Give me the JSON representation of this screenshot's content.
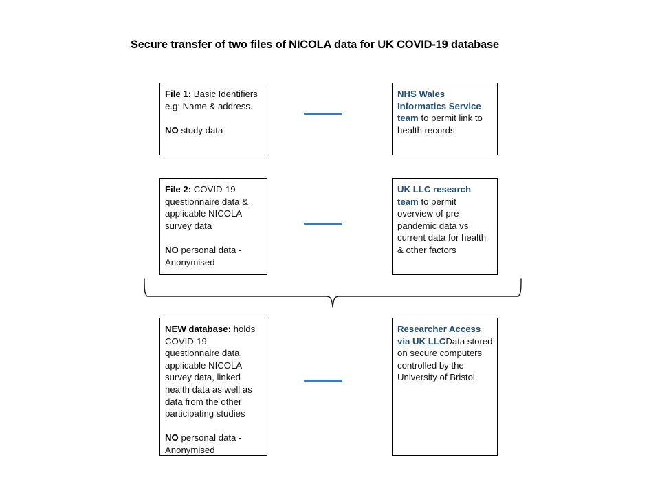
{
  "title": "Secure transfer of two files of NICOLA data for UK COVID-19 database",
  "colors": {
    "accent_blue": "#1F4E79",
    "connector_blue": "#3D7AB5",
    "box_border": "#000000",
    "text": "#111111",
    "background": "#FFFFFF"
  },
  "boxes": {
    "file1": {
      "lead": "File 1:",
      "lead_style": "bold-black",
      "line1_rest": " Basic Identifiers",
      "line2": "e.g:  Name & address.",
      "line3_lead": "NO",
      "line3_rest": " study data"
    },
    "nhs_wales": {
      "lead": "NHS Wales Informatics Service team",
      "lead_style": "bold-blue",
      "rest": " to permit link to health records"
    },
    "file2": {
      "lead": "File 2:",
      "lead_style": "bold-black",
      "line1_rest": " COVID-19 questionnaire data & applicable NICOLA survey data",
      "line3_lead": "NO",
      "line3_rest": " personal data  - Anonymised"
    },
    "uk_llc": {
      "lead": "UK LLC research team",
      "lead_style": "bold-blue",
      "rest": " to permit overview of pre pandemic data vs current data for health & other factors"
    },
    "new_database": {
      "lead": "NEW database:",
      "lead_style": "bold-black",
      "line1_rest": "  holds COVID-19 questionnaire data, applicable NICOLA survey data, linked health data as well as data from the other participating studies",
      "line3_lead": "NO",
      "line3_rest": " personal data  - Anonymised"
    },
    "researcher_access": {
      "lead": "Researcher Access via UK LLC",
      "lead_style": "bold-blue",
      "rest": "Data stored on secure computers controlled by the University of Bristol."
    }
  },
  "connectors": {
    "line1_label": "file1-to-nhs-wales",
    "line2_label": "file2-to-uk-llc",
    "line3_label": "new-database-to-researcher-access",
    "brace_label": "merge-brace-into-new-database"
  }
}
